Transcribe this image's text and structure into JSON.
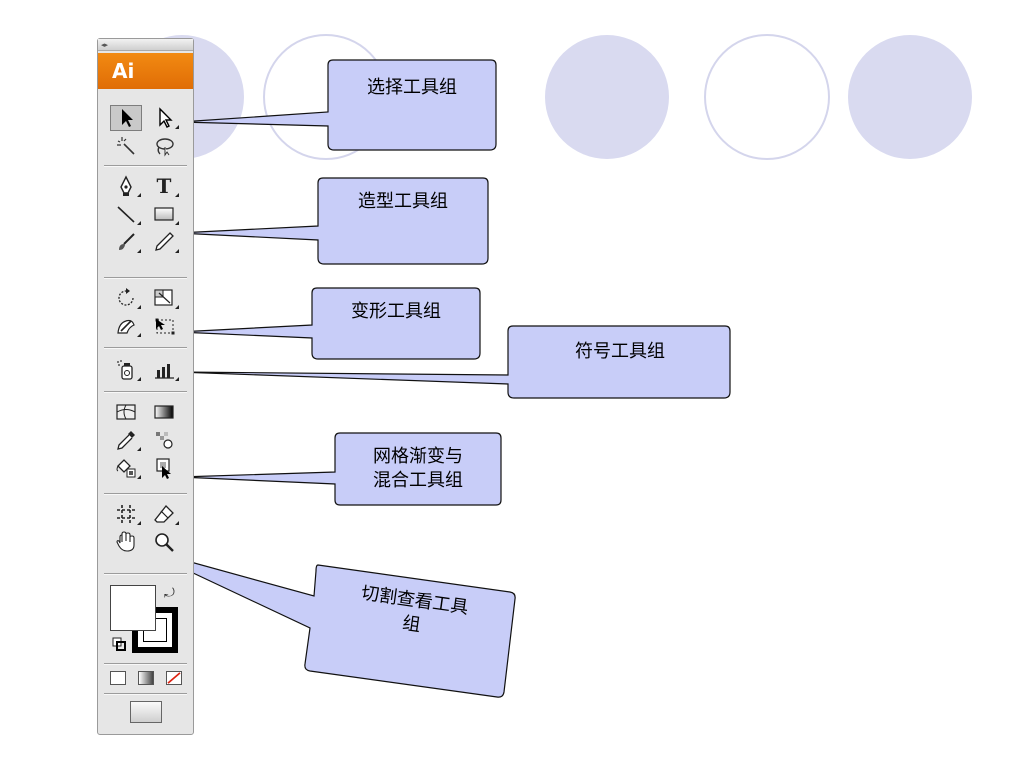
{
  "toolbar": {
    "logo": "Ai",
    "grip_label": "◂▸",
    "type_tool_label": "T",
    "tools": [
      {
        "name": "selection",
        "icon": "selection-arrow-icon"
      },
      {
        "name": "direct-selection",
        "icon": "direct-selection-arrow-icon"
      },
      {
        "name": "magic-wand",
        "icon": "magic-wand-icon"
      },
      {
        "name": "lasso",
        "icon": "lasso-icon"
      },
      {
        "name": "pen",
        "icon": "pen-icon"
      },
      {
        "name": "type",
        "icon": "type-icon"
      },
      {
        "name": "line",
        "icon": "line-segment-icon"
      },
      {
        "name": "rectangle",
        "icon": "rectangle-icon"
      },
      {
        "name": "paintbrush",
        "icon": "paintbrush-icon"
      },
      {
        "name": "pencil",
        "icon": "pencil-icon"
      },
      {
        "name": "rotate",
        "icon": "rotate-icon"
      },
      {
        "name": "scale",
        "icon": "scale-icon"
      },
      {
        "name": "warp",
        "icon": "warp-icon"
      },
      {
        "name": "free-transform",
        "icon": "free-transform-icon"
      },
      {
        "name": "symbol-sprayer",
        "icon": "symbol-sprayer-icon"
      },
      {
        "name": "column-graph",
        "icon": "column-graph-icon"
      },
      {
        "name": "mesh",
        "icon": "mesh-icon"
      },
      {
        "name": "gradient",
        "icon": "gradient-icon"
      },
      {
        "name": "eyedropper",
        "icon": "eyedropper-icon"
      },
      {
        "name": "blend",
        "icon": "blend-icon"
      },
      {
        "name": "live-paint-bucket",
        "icon": "live-paint-bucket-icon"
      },
      {
        "name": "live-paint-selection",
        "icon": "live-paint-selection-icon"
      },
      {
        "name": "slice",
        "icon": "slice-icon"
      },
      {
        "name": "eraser",
        "icon": "eraser-icon"
      },
      {
        "name": "hand",
        "icon": "hand-icon"
      },
      {
        "name": "zoom",
        "icon": "zoom-icon"
      }
    ],
    "fill_color": "#ffffff",
    "stroke_color": "#000000",
    "swap_icon_glyph": "⤾",
    "accent": "#f28a12"
  },
  "callouts": {
    "select": "选择工具组",
    "shape": "造型工具组",
    "transform": "变形工具组",
    "symbol": "符号工具组",
    "mesh_line1": "网格渐变与",
    "mesh_line2": "混合工具组",
    "slice_line1": "切割查看工具",
    "slice_line2": "组"
  },
  "colors": {
    "callout_fill": "#c8cdf8",
    "circle_fill": "#d9daf0",
    "circle_stroke": "#d4d5ec"
  }
}
